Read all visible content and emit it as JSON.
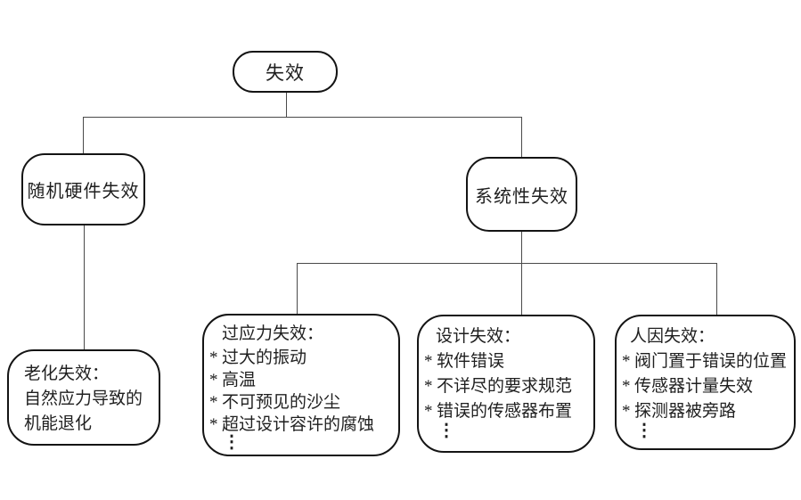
{
  "root": {
    "label": "失效"
  },
  "branches": {
    "random_hardware": {
      "label": "随机硬件失效"
    },
    "systematic": {
      "label": "系统性失效"
    }
  },
  "leaf_boxes": {
    "aging": {
      "title": "老化失效：",
      "lines": [
        "自然应力导致的",
        "机能退化"
      ]
    },
    "overstress": {
      "title": "过应力失效：",
      "bullet": "*",
      "items": [
        "过大的振动",
        "高温",
        "不可预见的沙尘",
        "超过设计容许的腐蚀"
      ],
      "ellipsis": "⋮"
    },
    "design": {
      "title": "设计失效：",
      "bullet": "*",
      "items": [
        "软件错误",
        "不详尽的要求规范",
        "错误的传感器布置"
      ],
      "ellipsis": "⋮"
    },
    "human": {
      "title": "人因失效：",
      "bullet": "*",
      "items": [
        "阀门置于错误的位置",
        "传感器计量失效",
        "探测器被旁路"
      ],
      "ellipsis": "⋮"
    }
  },
  "colors": {
    "background": "#ffffff",
    "node_border": "#141414",
    "connector_line": "#4a4a4a",
    "text": "#1f1f1f"
  }
}
